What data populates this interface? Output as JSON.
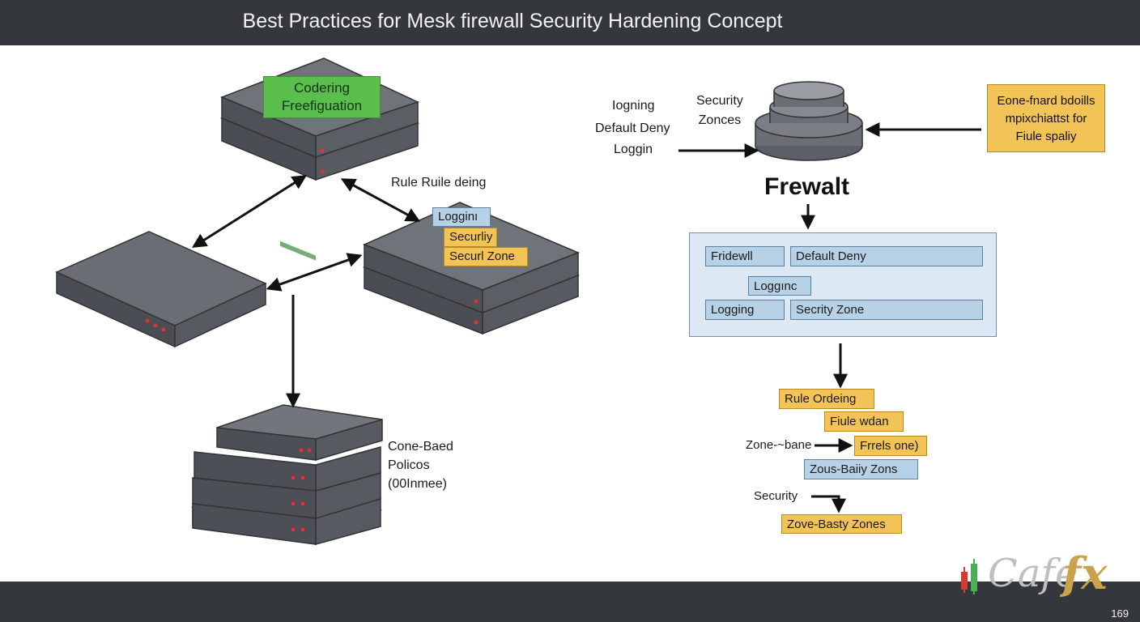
{
  "header": {
    "title": "Best Practices for Mesk firewall Security Hardening Concept"
  },
  "left_diagram": {
    "top_device_label": "Codering\nFreefiguation",
    "rule_label": "Rule Ruile deing",
    "tags": [
      "Logginı",
      "Securliy",
      "Securl Zone"
    ],
    "stack_label": "Cone-Baed\nPolicos\n(00Inmee)"
  },
  "right_diagram": {
    "left_labels": [
      "Iogning",
      "Default Deny",
      "Loggin"
    ],
    "security_zones_label": "Security\nZonces",
    "yellow_note": "Eone-fnard bdoills\nmpixchiattst for\nFiule spaliy",
    "firewall_heading": "Frewalt",
    "panel": {
      "row1": [
        "Fridewll",
        "Default Deny"
      ],
      "row2": "Loggınc",
      "row3": [
        "Logging",
        "Secrity Zone"
      ]
    },
    "flow": {
      "rule_ordering": "Rule Ordeing",
      "fiule_wdan": "Fiule wdan",
      "zone_base_label": "Zone-~bane",
      "frrels": "Frrels one)",
      "zous": "Zous-Baiiy Zons",
      "security_label": "Security",
      "zove": "Zove-Basty Zones"
    }
  },
  "footer": {
    "logo_text": "Cafe",
    "logo_accent": "fx",
    "page_number": "169"
  },
  "colors": {
    "bar": "#34373b",
    "yellow": "#f2c457",
    "blue": "#b7d1e6",
    "green": "#5bbf4e",
    "device": "#5f6369"
  }
}
